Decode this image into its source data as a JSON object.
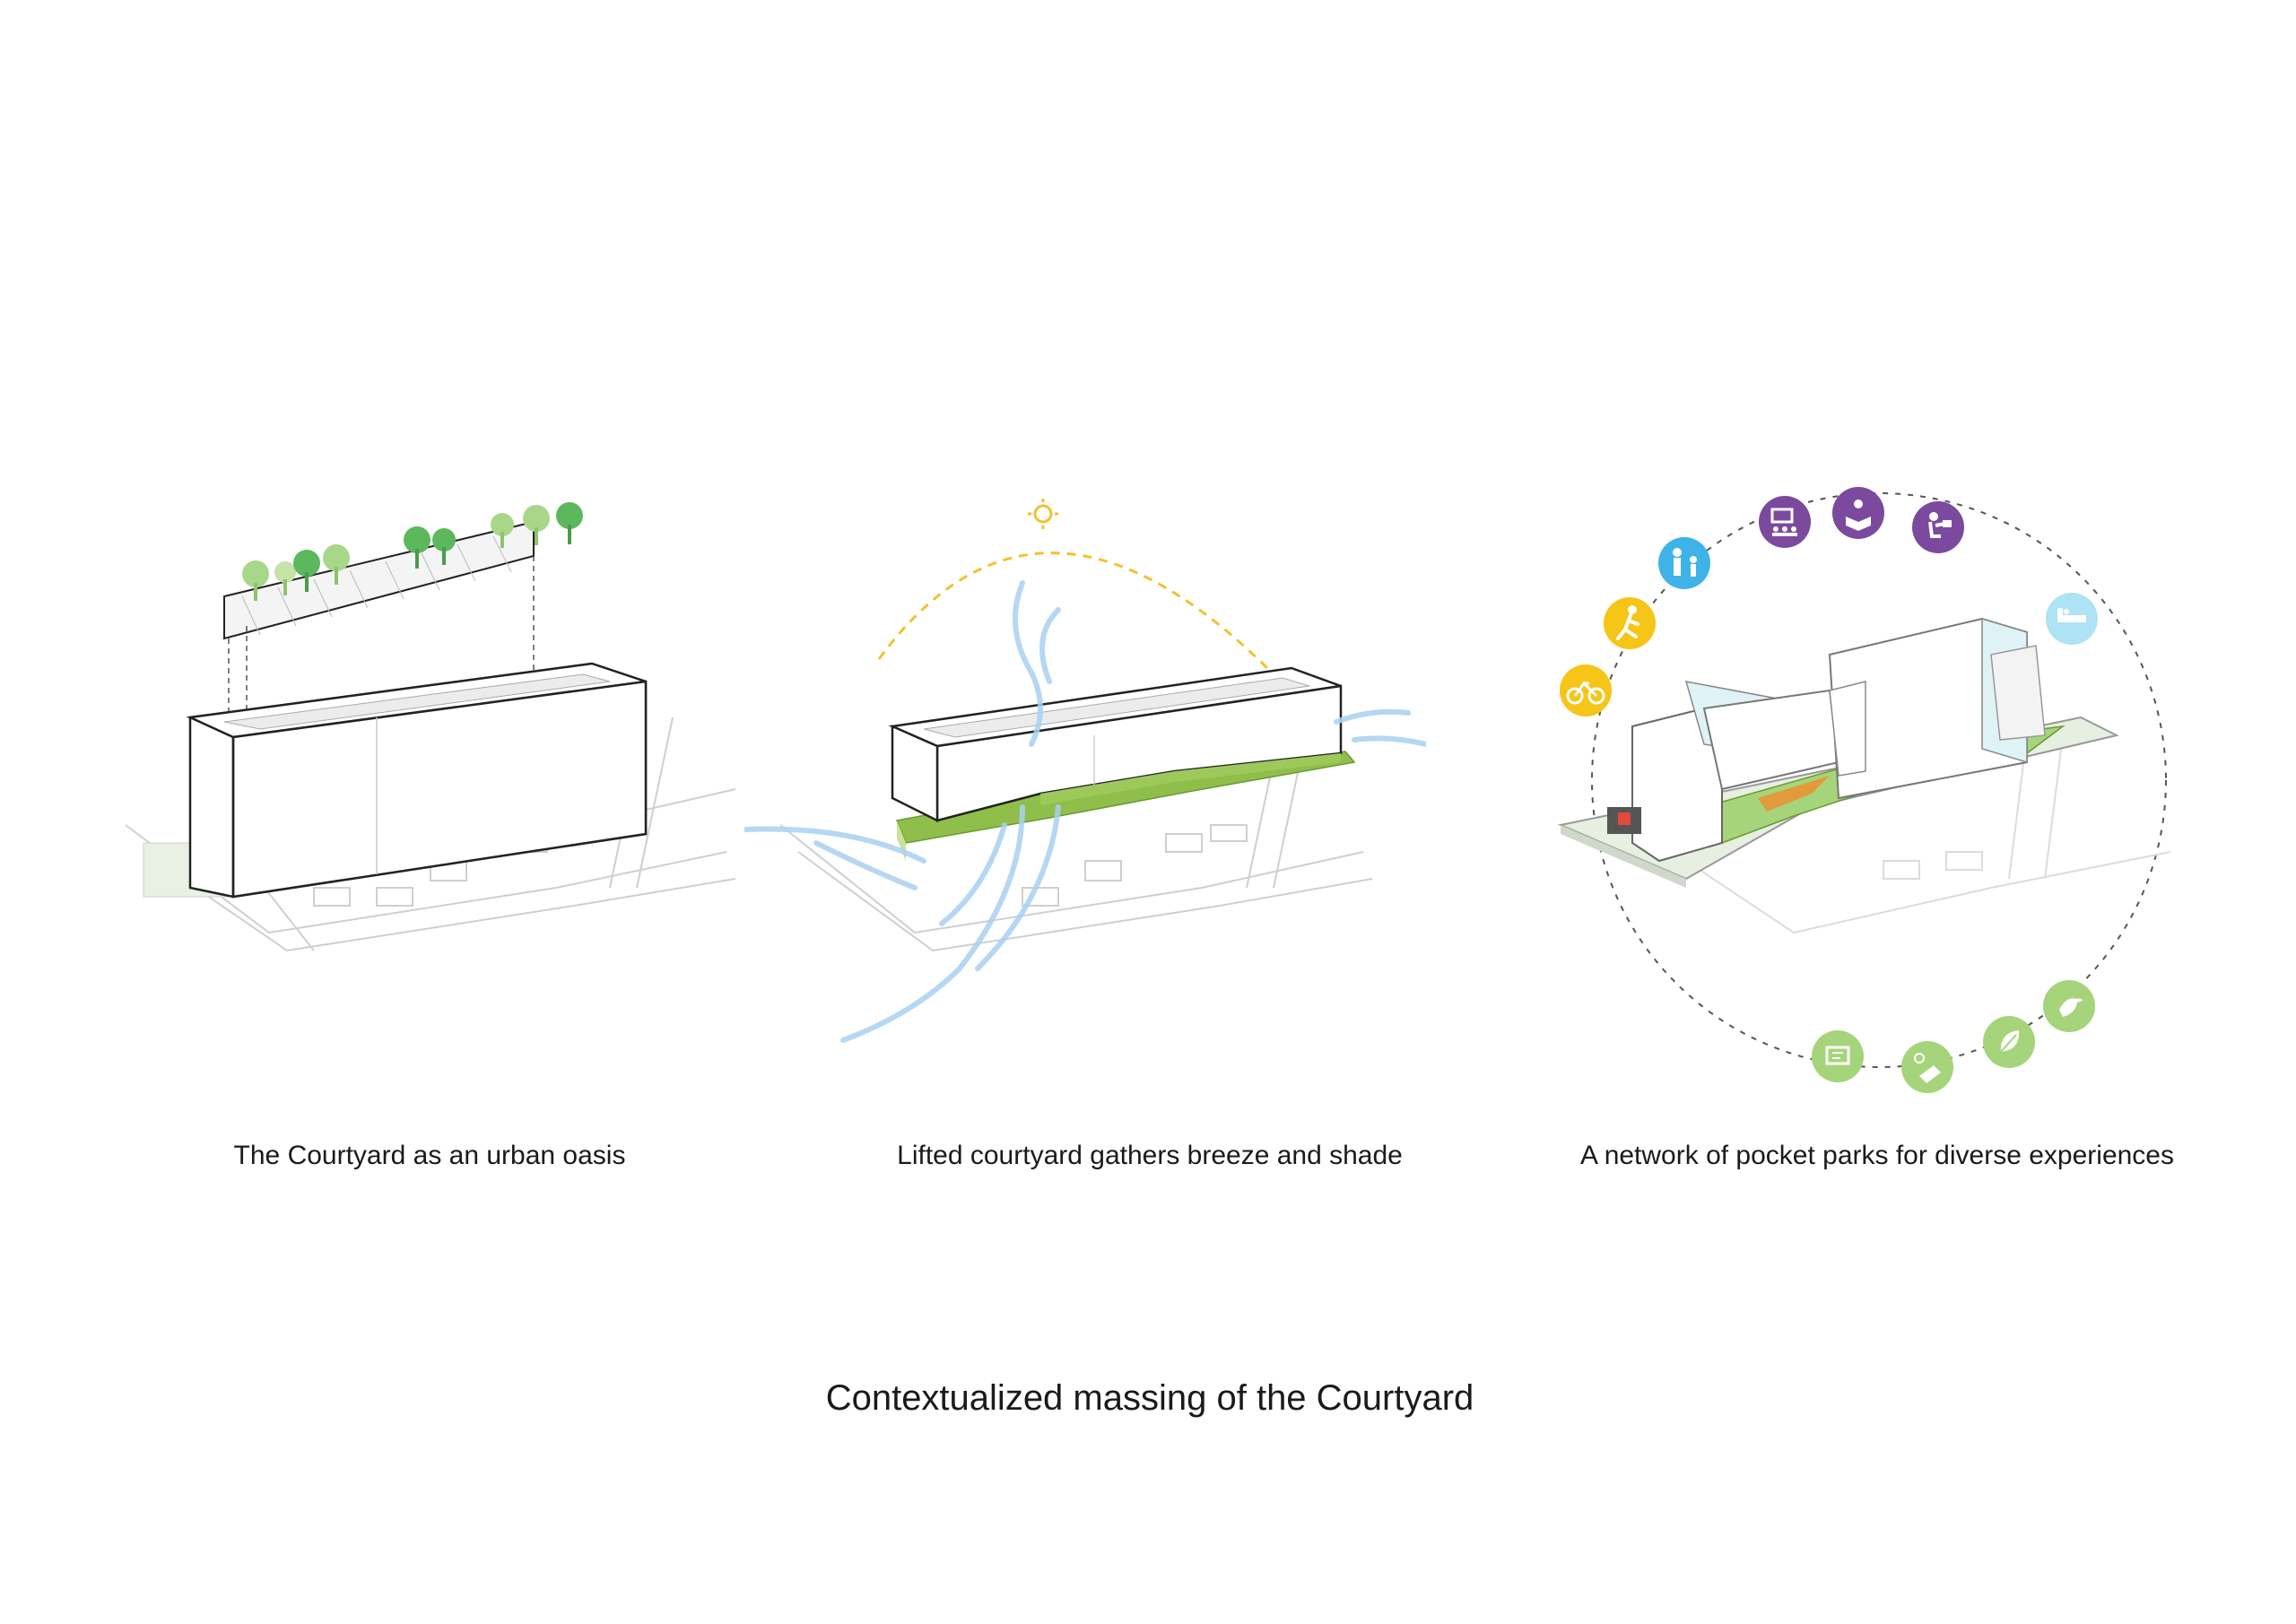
{
  "title": "Contextualized massing of the Courtyard",
  "panels": [
    {
      "caption": "The Courtyard as an urban oasis"
    },
    {
      "caption": "Lifted courtyard gathers breeze and shade"
    },
    {
      "caption": "A network of pocket parks for diverse experiences"
    }
  ],
  "colors": {
    "tree_dark": "#5cb85c",
    "tree_light": "#a9d78a",
    "courtyard_green": "#8fbf4a",
    "sun_dashed": "#f2c12e",
    "wind_blue": "#a9d1f2",
    "icon_yellow": "#f5c518",
    "icon_blue": "#3fb3e8",
    "icon_purple": "#7b4a9e",
    "icon_lightblue": "#aee2f5",
    "icon_green": "#a6d47a"
  },
  "icons_panel3": [
    "bicycle-icon",
    "jogging-icon",
    "family-icon",
    "classroom-icon",
    "reading-icon",
    "workspace-icon",
    "rest-icon",
    "bird-icon",
    "leaf-icon",
    "solar-panel-icon",
    "recycling-icon"
  ]
}
